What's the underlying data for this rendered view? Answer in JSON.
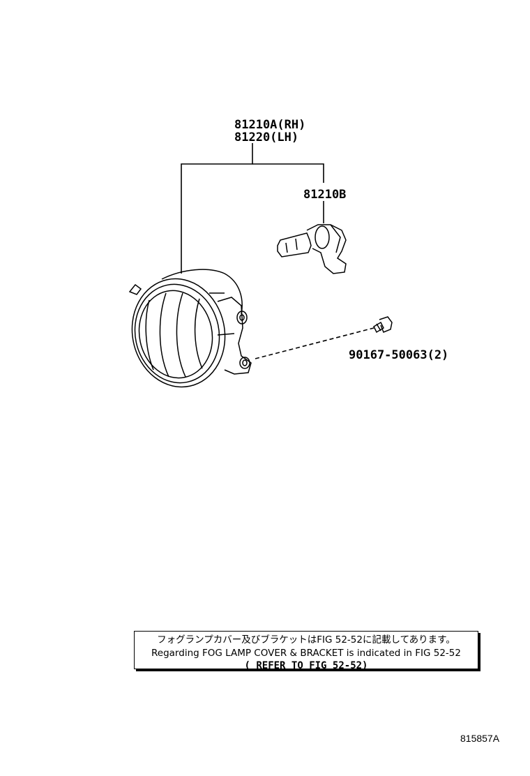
{
  "labels": {
    "fog_lamp_rh": "81210A(RH)",
    "fog_lamp_lh": "81220(LH)",
    "bulb": "81210B",
    "screw": "90167-50063(2)"
  },
  "note": {
    "line_jp": "フォグランプカバー及びブラケットはFIG 52-52に記載してあります。",
    "line_en": "Regarding FOG LAMP COVER & BRACKET is indicated in FIG 52-52",
    "refer": "( REFER TO FIG 52-52)"
  },
  "figure_id": "815857A"
}
